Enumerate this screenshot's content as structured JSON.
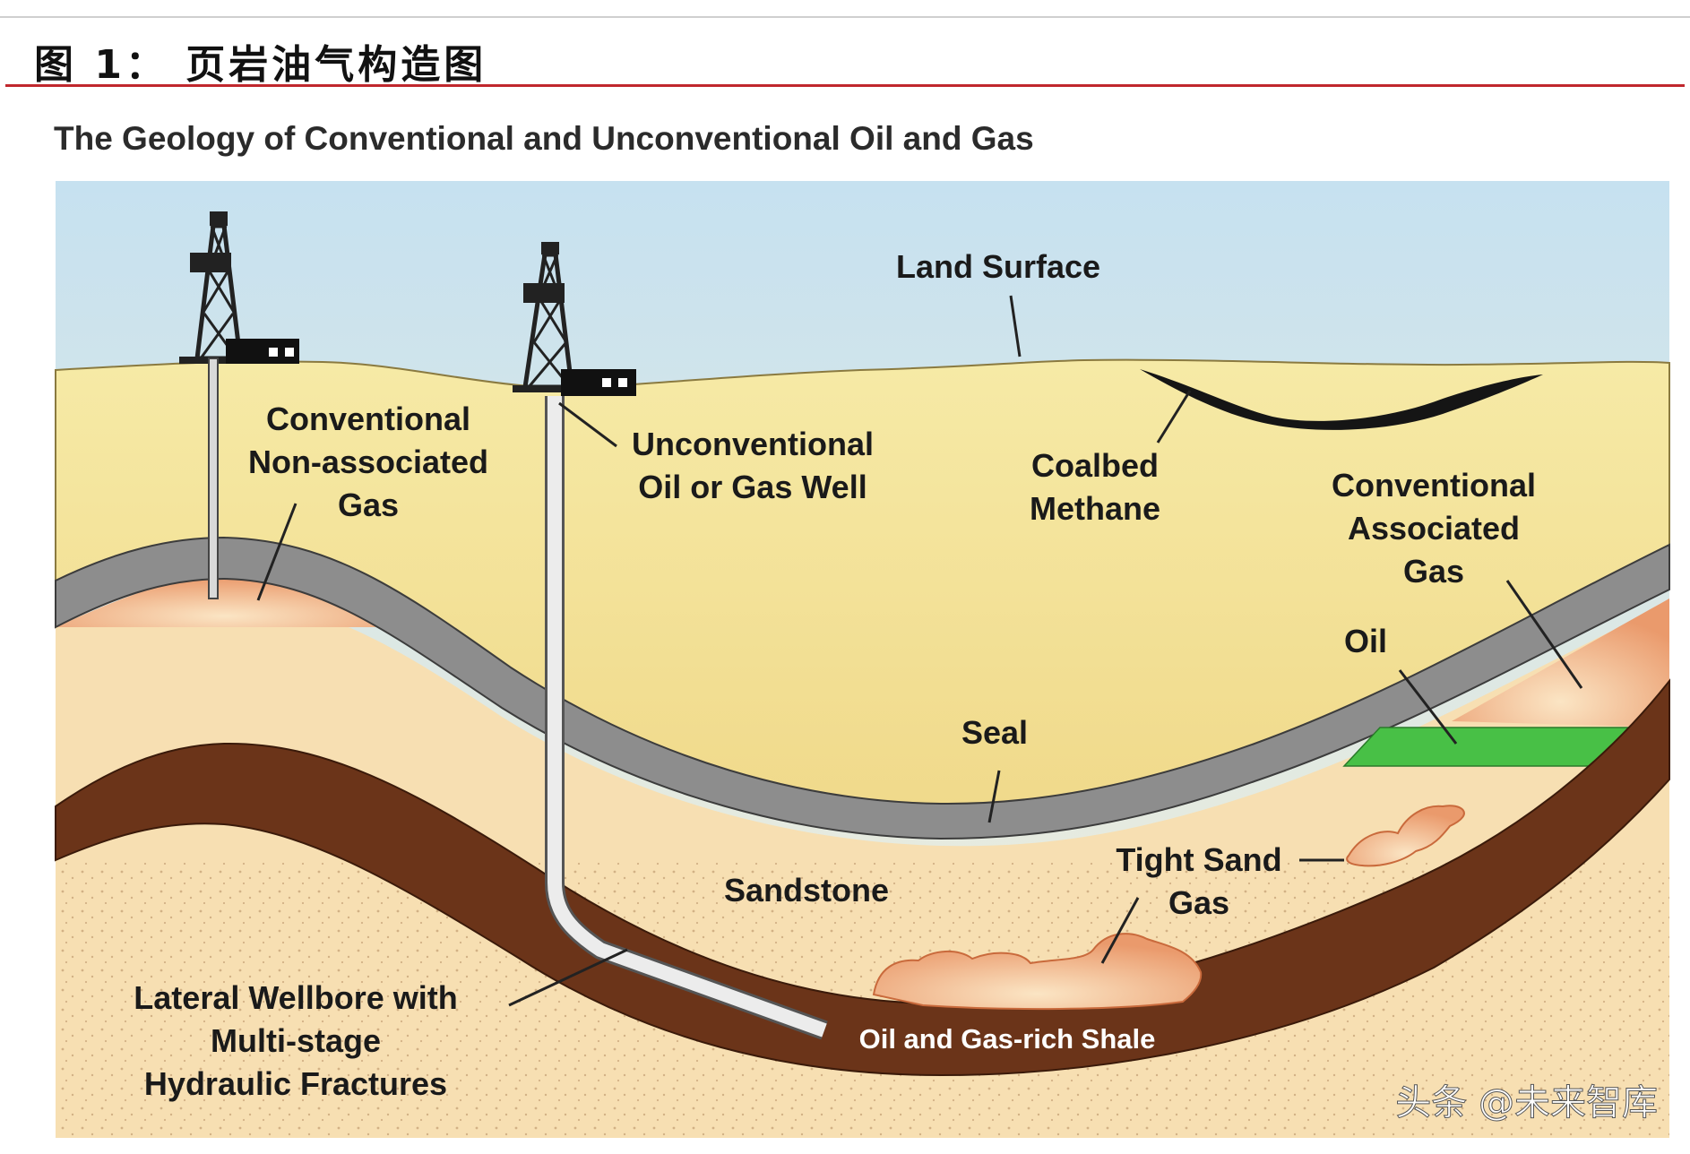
{
  "figure_title": "图 1： 页岩油气构造图",
  "diagram_title": "The Geology of Conventional and Unconventional Oil and Gas",
  "labels": {
    "land_surface": "Land Surface",
    "conventional_non_associated": [
      "Conventional",
      "Non-associated",
      "Gas"
    ],
    "unconventional_well": [
      "Unconventional",
      "Oil or Gas Well"
    ],
    "coalbed_methane": [
      "Coalbed",
      "Methane"
    ],
    "conventional_associated": [
      "Conventional",
      "Associated",
      "Gas"
    ],
    "oil": "Oil",
    "seal": "Seal",
    "sandstone": "Sandstone",
    "tight_sand_gas": [
      "Tight Sand",
      "Gas"
    ],
    "lateral_wellbore": [
      "Lateral Wellbore with",
      "Multi-stage",
      "Hydraulic Fractures"
    ],
    "shale": "Oil and Gas-rich Shale"
  },
  "watermark": "头条 @未来智库",
  "colors": {
    "sky": "#d7eaf4",
    "ground": "#f4e59c",
    "subsurface": "#f7dfb2",
    "seal": "#8c8c8c",
    "shale": "#6b3419",
    "gas": "#ec9f72",
    "oil": "#48c046",
    "coal": "#151515",
    "title_rule": "#c0272d"
  }
}
